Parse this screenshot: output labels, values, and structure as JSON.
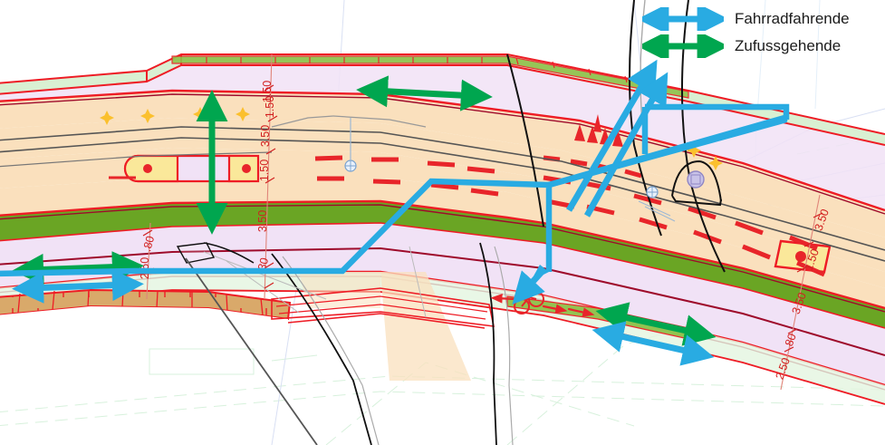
{
  "document": {
    "type": "traffic-engineering-site-plan",
    "language": "de",
    "description": "Strassenquerschnitt mit Fahrrad- und Fussgaengerfuehrung"
  },
  "legend": {
    "title": "",
    "items": [
      {
        "label": "Fahrradfahrende",
        "color": "#29abe2",
        "icon": "double-arrow-icon",
        "mode": "bicycle"
      },
      {
        "label": "Zufussgehende",
        "color": "#00a64f",
        "icon": "double-arrow-icon",
        "mode": "pedestrian"
      }
    ]
  },
  "colors": {
    "cyclist": "#29abe2",
    "pedestrian": "#00a64f",
    "carriageway": "#fae0bd",
    "sidewalk": "#f1e2f6",
    "verge": "#d9f0d2",
    "grass_strip": "#6aa524",
    "island_fill": "#fae89a",
    "kerb_red": "#ee1c25",
    "dark_red": "#9e0b2b",
    "marking_red": "#e8252a",
    "wall_hatch": "#d9a96a",
    "dimension_text": "#d21f1f",
    "background": "#ffffff"
  },
  "dimensions": {
    "left_chain": [
      {
        "value": ".80",
        "name": "kerb-strip-width"
      },
      {
        "value": "2.50",
        "name": "footway-width"
      }
    ],
    "center_chain": [
      {
        "value": "1.50",
        "name": "cycle-track-width-north"
      },
      {
        "value": "3.50",
        "name": "traffic-lane-width-north"
      },
      {
        "value": "1.50",
        "name": "median-island-width"
      },
      {
        "value": "3.50",
        "name": "traffic-lane-width-south"
      },
      {
        "value": ".30",
        "name": "kerb-width"
      }
    ],
    "right_chain": [
      {
        "value": "3.50",
        "name": "traffic-lane-width-east-north"
      },
      {
        "value": "1.50",
        "name": "median-island-width-east"
      },
      {
        "value": "3.50",
        "name": "traffic-lane-width-east-south"
      },
      {
        "value": ".80",
        "name": "green-strip-width-east"
      },
      {
        "value": "2.50",
        "name": "footway-width-east"
      }
    ],
    "top_label": {
      "value": "1.50",
      "name": "cycle-track-width-top"
    }
  },
  "markings": {
    "bicycle_pictogram": {
      "name": "bicycle-pictogram",
      "color": "#e8252a"
    },
    "direction_arrows": [
      {
        "name": "arrow-left",
        "direction": "left"
      },
      {
        "name": "arrow-right",
        "direction": "right"
      },
      {
        "name": "arrow-right-far",
        "direction": "right"
      }
    ],
    "lane_dashes_rows": 2,
    "yield_teeth": {
      "name": "shark-teeth-yield-marking",
      "count": 4
    },
    "street_lamps": {
      "name": "street-lamp-icon",
      "count": 4
    },
    "bollards": {
      "name": "bollard-icon",
      "count": 3
    }
  },
  "movement_arrows": {
    "pedestrian": [
      {
        "name": "ped-arrow-top-sidewalk",
        "orientation": "horizontal"
      },
      {
        "name": "ped-arrow-crossing-vertical",
        "orientation": "vertical"
      },
      {
        "name": "ped-arrow-left-footway",
        "orientation": "horizontal"
      },
      {
        "name": "ped-arrow-right-footway",
        "orientation": "diagonal"
      }
    ],
    "cyclist": [
      {
        "name": "cycle-arrow-left-footway",
        "orientation": "horizontal"
      },
      {
        "name": "cycle-arrow-right-footway",
        "orientation": "diagonal"
      },
      {
        "name": "cycle-route-main-polyline",
        "orientation": "route"
      },
      {
        "name": "cycle-route-branch-polyline",
        "orientation": "route"
      },
      {
        "name": "cycle-arrow-northeast-a",
        "orientation": "diagonal"
      },
      {
        "name": "cycle-arrow-northeast-b",
        "orientation": "diagonal"
      },
      {
        "name": "cycle-arrow-into-junction",
        "orientation": "diagonal"
      }
    ]
  }
}
